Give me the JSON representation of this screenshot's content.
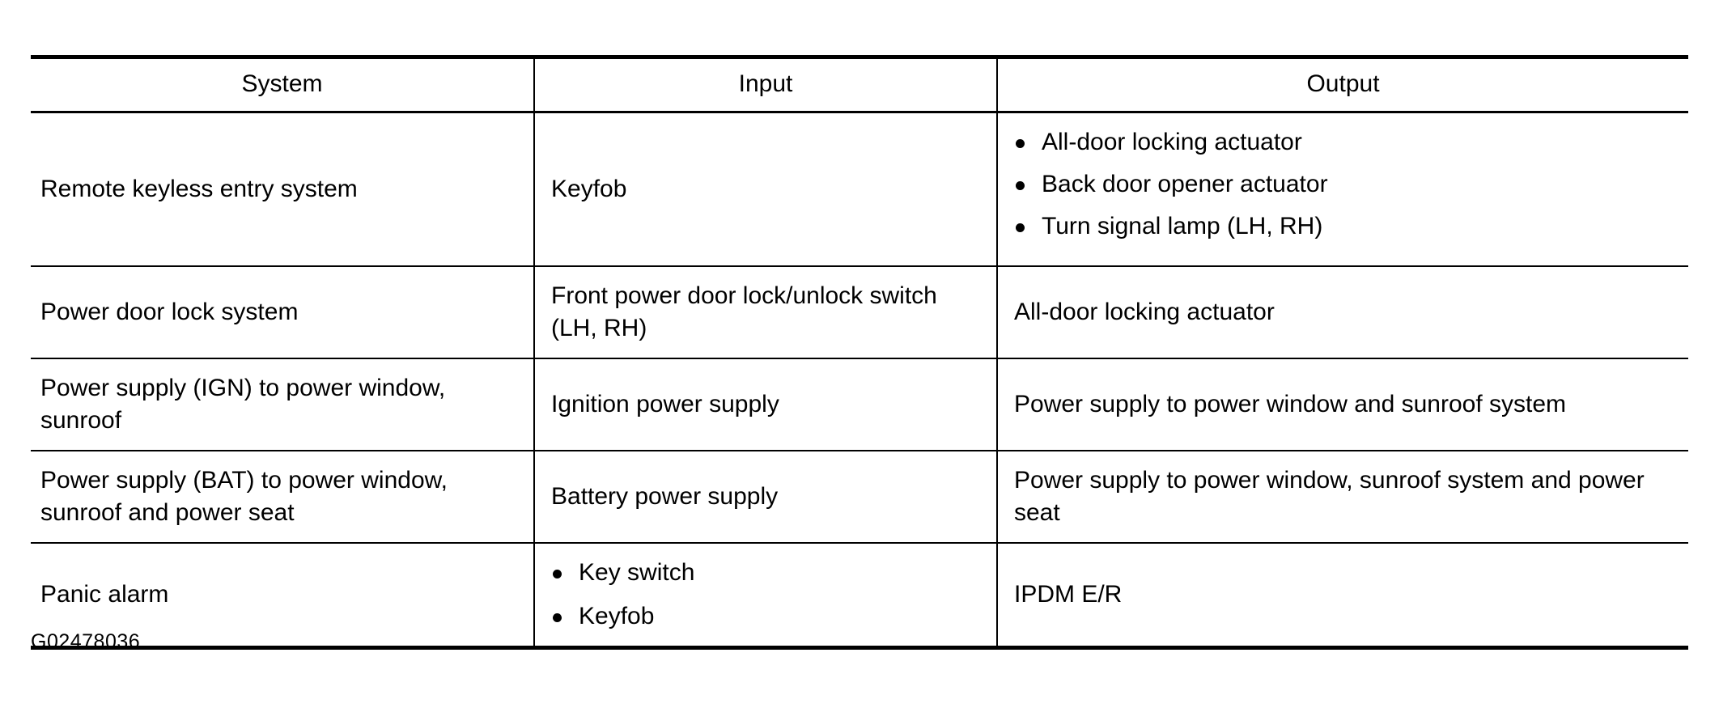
{
  "table": {
    "headers": {
      "system": "System",
      "input": "Input",
      "output": "Output"
    },
    "rows": [
      {
        "system": "Remote keyless entry system",
        "input": "Keyfob",
        "output_bullets": [
          "All-door locking actuator",
          "Back door opener actuator",
          "Turn signal lamp (LH, RH)"
        ]
      },
      {
        "system": "Power door lock system",
        "input": "Front power door lock/unlock switch (LH, RH)",
        "output": "All-door locking actuator"
      },
      {
        "system": "Power supply (IGN) to power window, sunroof",
        "input": "Ignition power supply",
        "output": "Power supply to power window and sunroof system"
      },
      {
        "system": "Power supply (BAT) to power window, sunroof and power seat",
        "input": "Battery power supply",
        "output": "Power supply to power window, sunroof system and power seat"
      },
      {
        "system": "Panic alarm",
        "input_bullets": [
          "Key switch",
          "Keyfob"
        ],
        "output": "IPDM E/R"
      }
    ]
  },
  "figure_code": "G02478036"
}
